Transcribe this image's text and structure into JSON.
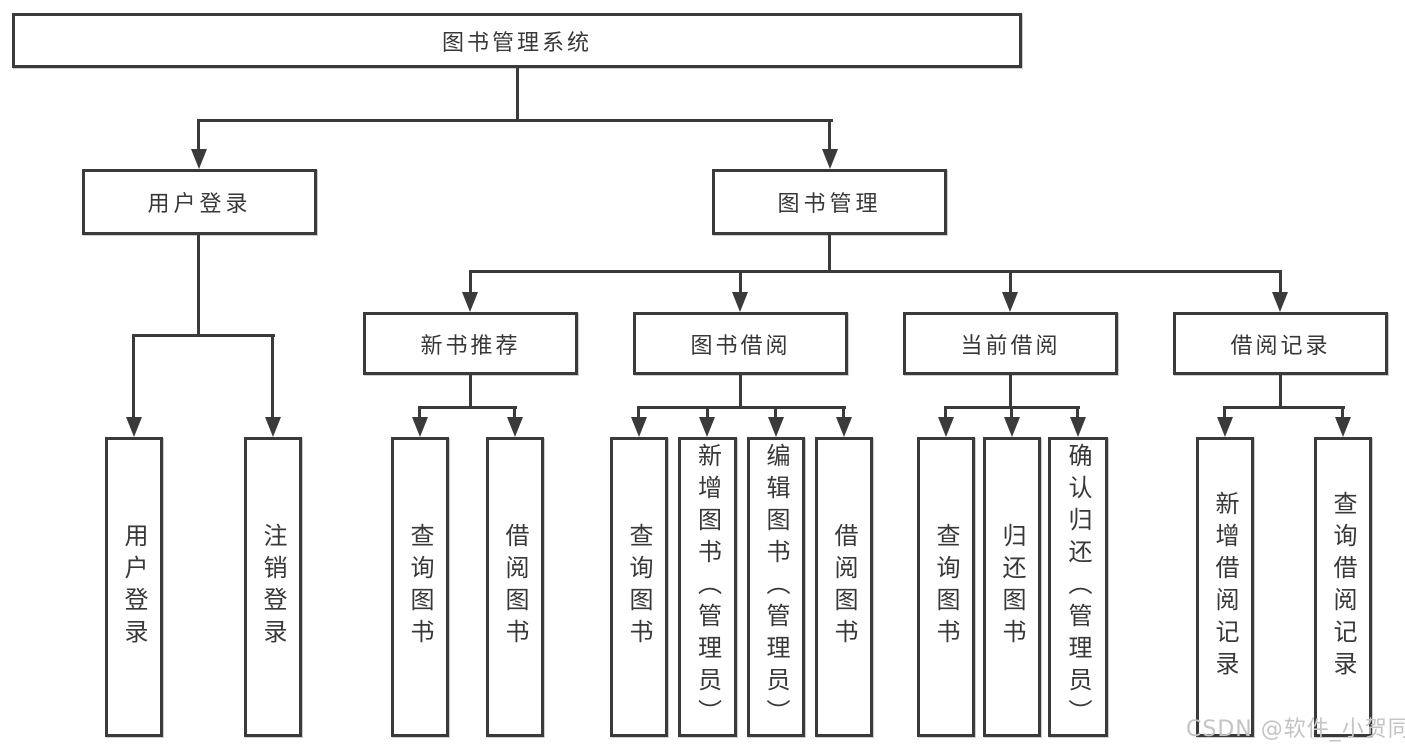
{
  "diagram": {
    "title": "图书管理系统",
    "level2": [
      {
        "label": "用户登录"
      },
      {
        "label": "图书管理"
      }
    ],
    "level3": [
      {
        "label": "新书推荐"
      },
      {
        "label": "图书借阅"
      },
      {
        "label": "当前借阅"
      },
      {
        "label": "借阅记录"
      }
    ],
    "leaves": {
      "user": [
        "用户登录",
        "注销登录"
      ],
      "recommend": [
        "查询图书",
        "借阅图书"
      ],
      "borrow": [
        "查询图书",
        "新增图书（管理员）",
        "编辑图书（管理员）",
        "借阅图书"
      ],
      "current": [
        "查询图书",
        "归还图书",
        "确认归还（管理员）"
      ],
      "records": [
        "新增借阅记录",
        "查询借阅记录"
      ]
    }
  },
  "watermark": {
    "text": "CSDN @软件_小贺同学"
  },
  "colors": {
    "line": "#3a3a3a",
    "text": "#383838",
    "background": "#ffffff",
    "watermark": "#c4c4c4"
  }
}
